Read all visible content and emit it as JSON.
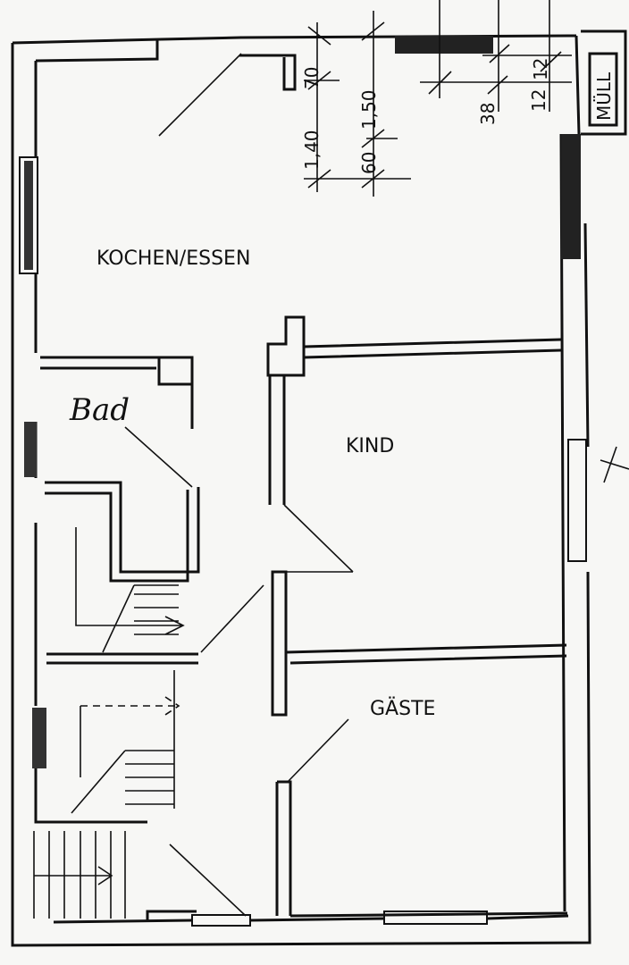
{
  "rooms": {
    "kitchen": "KOCHEN/ESSEN",
    "bath": "Bad",
    "child": "KIND",
    "guest": "GÄSTE"
  },
  "bin_label": "MÜLL",
  "dimensions": [
    "70",
    "1,40",
    "1,50",
    "60",
    "38",
    "12",
    "12"
  ]
}
